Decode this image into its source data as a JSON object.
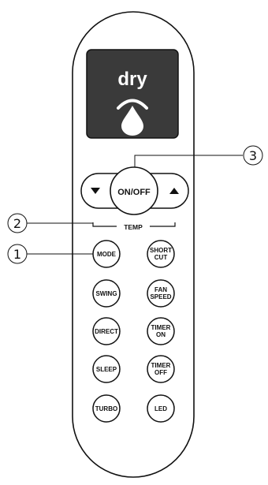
{
  "display": {
    "mode_text": "dry",
    "mode_icon": "water-drop-icon"
  },
  "controls": {
    "temp_down_icon": "triangle-down-icon",
    "power_label": "ON/OFF",
    "temp_up_icon": "triangle-up-icon",
    "temp_caption": "TEMP"
  },
  "buttons": {
    "mode": "MODE",
    "short_cut_line1": "SHORT",
    "short_cut_line2": "CUT",
    "swing": "SWING",
    "fan_speed_line1": "FAN",
    "fan_speed_line2": "SPEED",
    "direct": "DIRECT",
    "timer_on_line1": "TIMER",
    "timer_on_line2": "ON",
    "sleep": "SLEEP",
    "timer_off_line1": "TIMER",
    "timer_off_line2": "OFF",
    "turbo": "TURBO",
    "led": "LED"
  },
  "callouts": {
    "c1": "1",
    "c2": "2",
    "c3": "3"
  },
  "colors": {
    "display_bg": "#3a3a3a",
    "display_text": "#ffffff",
    "body_fill": "#ffffff",
    "outline": "#111111"
  }
}
